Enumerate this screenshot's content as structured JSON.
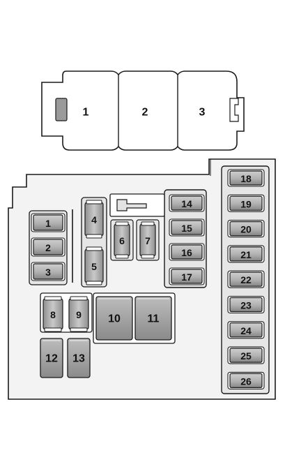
{
  "colors": {
    "background": "#ffffff",
    "outline": "#1a1a1a",
    "panel_fill": "#f2f2f2",
    "housing_fill": "#e9e9e9",
    "slot_fill": "#dadada",
    "body_light": "#c3c3c3",
    "body_dark": "#8f8f8f"
  },
  "top_block": {
    "relays": [
      "1",
      "2",
      "3"
    ]
  },
  "panel": {
    "left_small_fuses": [
      "1",
      "2",
      "3"
    ],
    "center_small_fuses": [
      "4",
      "5"
    ],
    "vertical_fuses": [
      "6",
      "7"
    ],
    "mini_relays": [
      "8",
      "9"
    ],
    "large_relays": [
      "10",
      "11"
    ],
    "lower_relays": [
      "12",
      "13"
    ],
    "center_column_fuses": [
      "14",
      "15",
      "16",
      "17"
    ],
    "right_column_fuses": [
      "18",
      "19",
      "20",
      "21",
      "22",
      "23",
      "24",
      "25",
      "26"
    ]
  }
}
